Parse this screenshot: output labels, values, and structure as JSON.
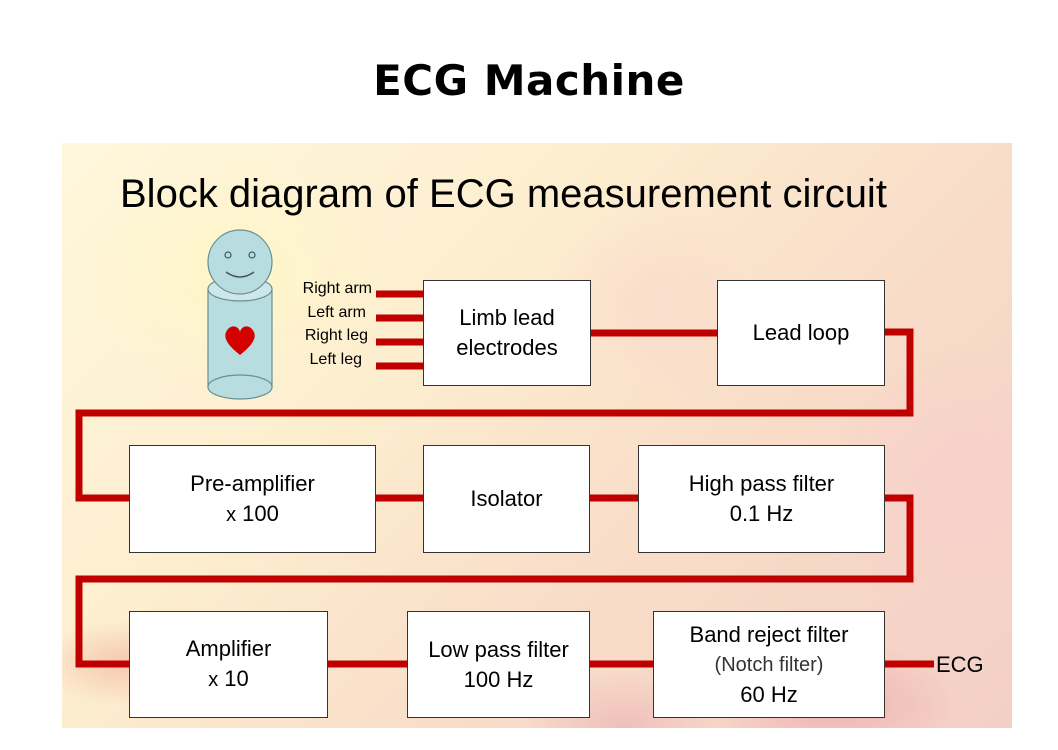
{
  "title": "ECG Machine",
  "subtitle": "Block diagram of ECG measurement circuit",
  "inputs": [
    "Right arm",
    "Left arm",
    "Right leg",
    "Left leg"
  ],
  "blocks": {
    "limb_lead": {
      "line1": "Limb lead",
      "line2": "electrodes"
    },
    "lead_loop": {
      "line1": "Lead loop"
    },
    "pre_amplifier": {
      "line1": "Pre-amplifier",
      "times": "x",
      "gain": "100"
    },
    "isolator": {
      "line1": "Isolator"
    },
    "high_pass": {
      "line1": "High pass filter",
      "line2": "0.1 Hz"
    },
    "amplifier": {
      "line1": "Amplifier",
      "times": "x",
      "gain": "10"
    },
    "low_pass": {
      "line1": "Low pass filter",
      "line2": "100 Hz"
    },
    "band_reject": {
      "line1": "Band reject filter",
      "line2": "(Notch filter)",
      "line3": "60 Hz"
    }
  },
  "output_label": "ECG",
  "colors": {
    "arrow": "#c00000",
    "patient_body": "#b8dde0",
    "heart": "#d40000"
  }
}
